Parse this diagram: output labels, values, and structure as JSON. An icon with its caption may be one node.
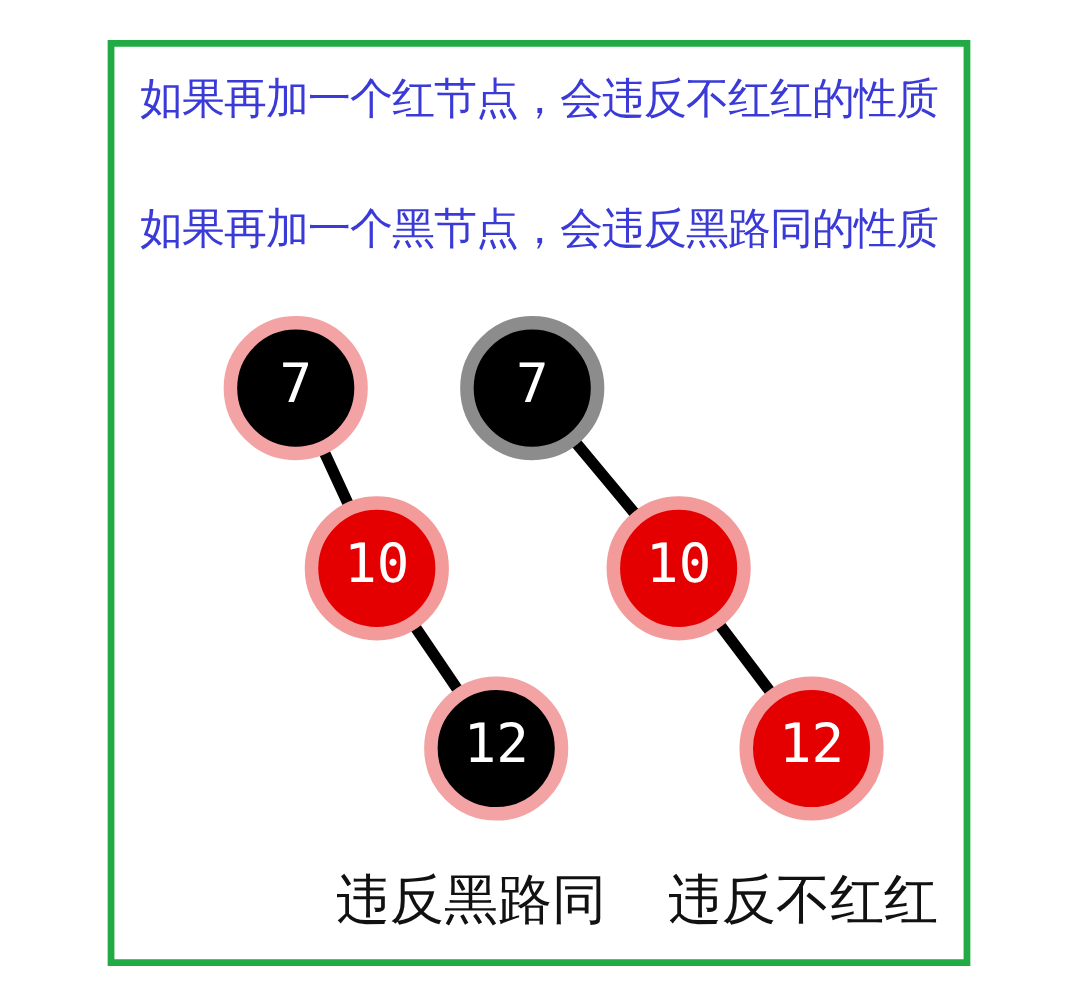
{
  "diagram": {
    "nodes": [
      {
        "text": [],
        "shape": "box"
      },
      {
        "text": [
          "7"
        ],
        "in": 0
      },
      {
        "text": [
          "10"
        ],
        "in": 0
      },
      {
        "text": [
          "12"
        ],
        "in": 0
      },
      {
        "text": [
          "7"
        ],
        "in": 0
      },
      {
        "text": [
          "10"
        ],
        "in": 0
      },
      {
        "text": [
          "12"
        ],
        "in": 0
      }
    ],
    "edges": [
      {
        "from": 1,
        "to": 2,
        "arrow": "none"
      },
      {
        "from": 2,
        "to": 3,
        "arrow": "none"
      },
      {
        "from": 4,
        "to": 5,
        "arrow": "none"
      },
      {
        "from": 5,
        "to": 6,
        "arrow": "none"
      }
    ],
    "labels": [
      "如果再加一个红节点，会违反不红红的性质",
      "如果再加一个黑节点，会违反黑路同的性质",
      "违反黑路同",
      "违反不红红"
    ]
  }
}
